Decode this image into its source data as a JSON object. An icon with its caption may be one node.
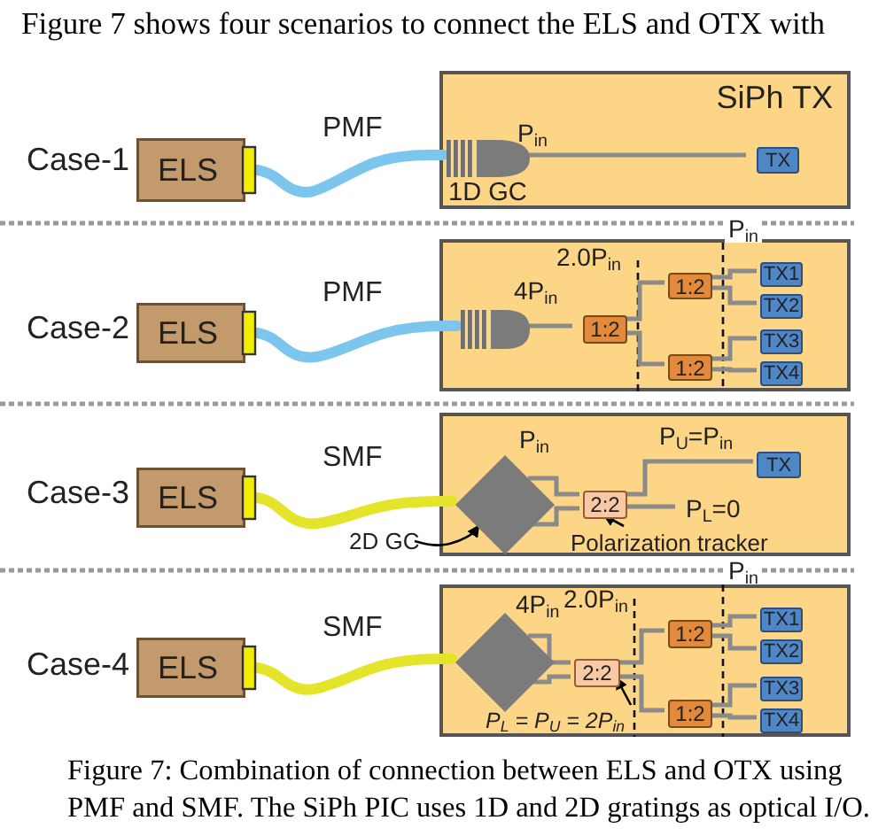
{
  "diagram": {
    "caption": "Figure 7: Combination of connection between ELS and OTX using PMF and SMF. The SiPh PIC uses 1D and 2D gratings as optical I/O.",
    "nodes": [
      {
        "text": [
          "ELS"
        ],
        "beside": [
          "Case-1"
        ]
      },
      {
        "text": [
          "SiPh TX"
        ]
      },
      {
        "text": [],
        "shape": "grating",
        "in": 1,
        "beside": [
          "1D GC"
        ]
      },
      {
        "text": [
          "TX"
        ],
        "in": 1
      },
      {
        "text": [
          "ELS"
        ],
        "beside": [
          "Case-2"
        ]
      },
      {
        "text": [],
        "shape": "box"
      },
      {
        "text": [],
        "shape": "grating",
        "in": 5
      },
      {
        "text": [
          "1:2"
        ],
        "in": 5
      },
      {
        "text": [
          "1:2"
        ],
        "in": 5
      },
      {
        "text": [
          "1:2"
        ],
        "in": 5
      },
      {
        "text": [
          "TX1"
        ],
        "in": 5
      },
      {
        "text": [
          "TX2"
        ],
        "in": 5
      },
      {
        "text": [
          "TX3"
        ],
        "in": 5
      },
      {
        "text": [
          "TX4"
        ],
        "in": 5
      },
      {
        "text": [
          "ELS"
        ],
        "beside": [
          "Case-3"
        ]
      },
      {
        "text": [],
        "shape": "box"
      },
      {
        "text": [],
        "shape": "diamond",
        "in": 15
      },
      {
        "text": [
          "2:2"
        ],
        "in": 15
      },
      {
        "text": [
          "TX"
        ],
        "in": 15
      },
      {
        "text": [
          "Polarization tracker"
        ],
        "in": 15
      },
      {
        "text": [
          "2D GC"
        ]
      },
      {
        "text": [
          "ELS"
        ],
        "beside": [
          "Case-4"
        ]
      },
      {
        "text": [],
        "shape": "box"
      },
      {
        "text": [],
        "shape": "diamond",
        "in": 22
      },
      {
        "text": [
          "2:2"
        ],
        "in": 22
      },
      {
        "text": [
          "1:2"
        ],
        "in": 22
      },
      {
        "text": [
          "1:2"
        ],
        "in": 22
      },
      {
        "text": [
          "TX1"
        ],
        "in": 22
      },
      {
        "text": [
          "TX2"
        ],
        "in": 22
      },
      {
        "text": [
          "TX3"
        ],
        "in": 22
      },
      {
        "text": [
          "TX4"
        ],
        "in": 22
      },
      {
        "text": [
          "P$_{L}$ = P$_{U}$ = 2P$_{in}$"
        ],
        "in": 22
      },
      {
        "text": [
          "P$_{L}$=0"
        ],
        "in": 15
      }
    ],
    "edges": [
      {
        "from": 0,
        "to": 2,
        "arrow": "none",
        "label": "PMF",
        "style": "thick",
        "color": "#7cc6ee"
      },
      {
        "from": 2,
        "to": 3,
        "arrow": "none"
      },
      {
        "from": 4,
        "to": 6,
        "arrow": "none",
        "label": "PMF",
        "style": "thick",
        "color": "#7cc6ee"
      },
      {
        "from": 6,
        "to": 7,
        "arrow": "none"
      },
      {
        "from": 7,
        "to": 8,
        "arrow": "none"
      },
      {
        "from": 7,
        "to": 9,
        "arrow": "none"
      },
      {
        "from": 8,
        "to": 10,
        "arrow": "none"
      },
      {
        "from": 8,
        "to": 11,
        "arrow": "none"
      },
      {
        "from": 9,
        "to": 12,
        "arrow": "none"
      },
      {
        "from": 9,
        "to": 13,
        "arrow": "none"
      },
      {
        "from": 14,
        "to": 16,
        "arrow": "none",
        "label": "SMF",
        "style": "thick",
        "color": "#e4e42a"
      },
      {
        "from": 16,
        "to": 17,
        "arrow": "none"
      },
      {
        "from": 16,
        "to": 17,
        "arrow": "none"
      },
      {
        "from": 17,
        "to": 18,
        "arrow": "none"
      },
      {
        "from": 17,
        "to": 32,
        "arrow": "none"
      },
      {
        "from": 19,
        "to": 17,
        "arrow": "to",
        "color": "#000000"
      },
      {
        "from": 20,
        "to": 16,
        "arrow": "to",
        "color": "#000000"
      },
      {
        "from": 21,
        "to": 23,
        "arrow": "none",
        "label": "SMF",
        "style": "thick",
        "color": "#e4e42a"
      },
      {
        "from": 23,
        "to": 24,
        "arrow": "none"
      },
      {
        "from": 23,
        "to": 24,
        "arrow": "none"
      },
      {
        "from": 24,
        "to": 25,
        "arrow": "none"
      },
      {
        "from": 24,
        "to": 26,
        "arrow": "none"
      },
      {
        "from": 25,
        "to": 27,
        "arrow": "none"
      },
      {
        "from": 25,
        "to": 28,
        "arrow": "none"
      },
      {
        "from": 26,
        "to": 29,
        "arrow": "none"
      },
      {
        "from": 26,
        "to": 30,
        "arrow": "none"
      },
      {
        "from": 31,
        "to": 24,
        "arrow": "to",
        "color": "#000000"
      }
    ],
    "labels": [
      "Figure 7 shows four scenarios to connect the ELS and OTX with",
      "P$_{in}$",
      "P$_{in}$",
      "2.0P$_{in}$",
      "4P$_{in}$",
      "P$_{in}$",
      "P$_{U}$=P$_{in}$",
      "P$_{in}$",
      "4P$_{in}$",
      "2.0P$_{in}$"
    ]
  }
}
